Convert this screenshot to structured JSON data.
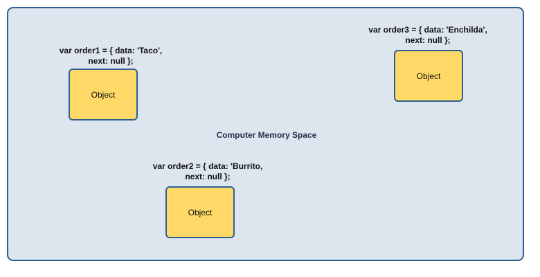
{
  "memory_space": {
    "label": "Computer Memory Space"
  },
  "orders": [
    {
      "code_line1": "var order1 = { data: 'Taco',",
      "code_line2": "next: null };",
      "object_label": "Object"
    },
    {
      "code_line1": "var order2 = { data: 'Burrito,",
      "code_line2": "next: null };",
      "object_label": "Object"
    },
    {
      "code_line1": "var order3 = { data: 'Enchilda',",
      "code_line2": "next: null };",
      "object_label": "Object"
    }
  ],
  "colors": {
    "memory_fill": "#dde5ef",
    "memory_border": "#2f5f91",
    "object_fill": "#ffd967",
    "object_border": "#2f5f91"
  }
}
